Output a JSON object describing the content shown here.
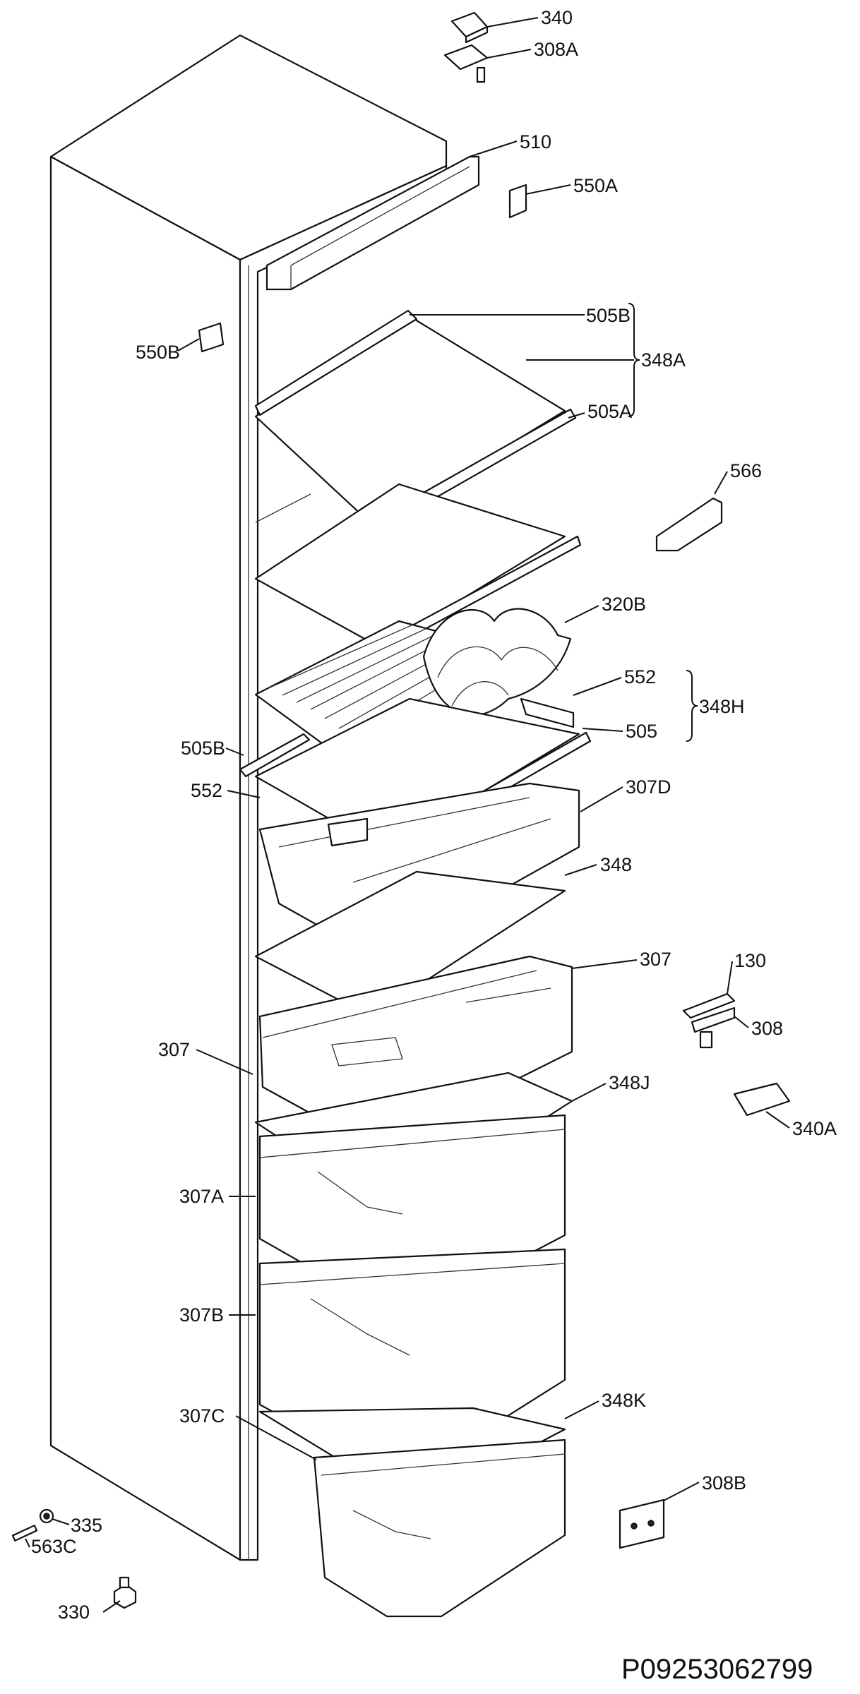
{
  "diagram": {
    "code": "P09253062799",
    "labels": [
      {
        "id": "340",
        "text": "340"
      },
      {
        "id": "308a",
        "text": "308A"
      },
      {
        "id": "510",
        "text": "510"
      },
      {
        "id": "550a",
        "text": "550A"
      },
      {
        "id": "550b",
        "text": "550B"
      },
      {
        "id": "505b-top",
        "text": "505B"
      },
      {
        "id": "348a",
        "text": "348A"
      },
      {
        "id": "505a",
        "text": "505A"
      },
      {
        "id": "566",
        "text": "566"
      },
      {
        "id": "320b",
        "text": "320B"
      },
      {
        "id": "552-right",
        "text": "552"
      },
      {
        "id": "348h",
        "text": "348H"
      },
      {
        "id": "505",
        "text": "505"
      },
      {
        "id": "505b-left",
        "text": "505B"
      },
      {
        "id": "552-left",
        "text": "552"
      },
      {
        "id": "307d",
        "text": "307D"
      },
      {
        "id": "348",
        "text": "348"
      },
      {
        "id": "307-right",
        "text": "307"
      },
      {
        "id": "130",
        "text": "130"
      },
      {
        "id": "308",
        "text": "308"
      },
      {
        "id": "307-left",
        "text": "307"
      },
      {
        "id": "348j",
        "text": "348J"
      },
      {
        "id": "340a",
        "text": "340A"
      },
      {
        "id": "307a",
        "text": "307A"
      },
      {
        "id": "307b",
        "text": "307B"
      },
      {
        "id": "348k",
        "text": "348K"
      },
      {
        "id": "307c",
        "text": "307C"
      },
      {
        "id": "308b",
        "text": "308B"
      },
      {
        "id": "335",
        "text": "335"
      },
      {
        "id": "563c",
        "text": "563C"
      },
      {
        "id": "330",
        "text": "330"
      }
    ]
  }
}
